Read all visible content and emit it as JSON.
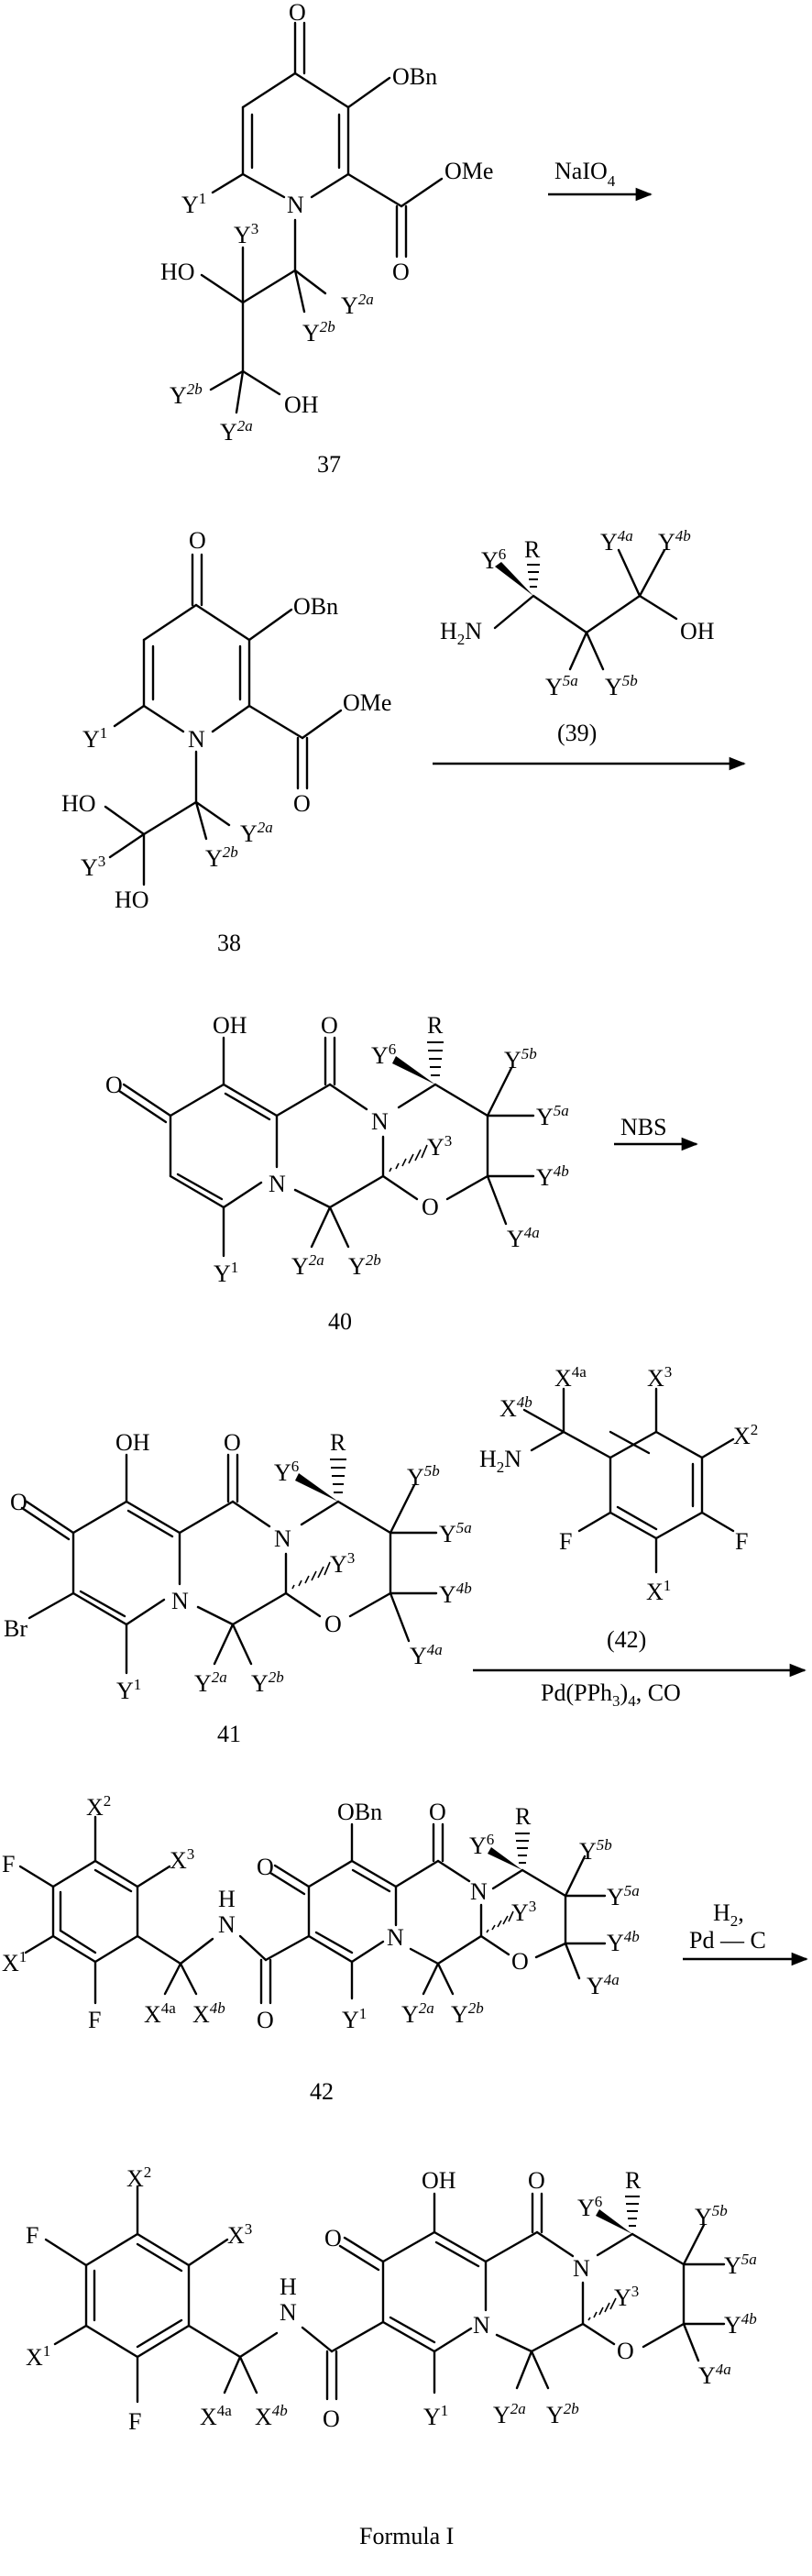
{
  "title": "Reaction scheme: synthesis of Formula I",
  "colors": {
    "ink": "#000000",
    "background": "#ffffff"
  },
  "steps": [
    {
      "compound_label": "37",
      "reagent": {
        "text": "NaIO",
        "sub": "4"
      },
      "atoms": {
        "O_top": "O",
        "OBn": "OBn",
        "OMe": "OMe",
        "O_ester": "O",
        "N": "N",
        "Y1": "Y",
        "Y3": "Y",
        "HO": "HO",
        "OH": "OH",
        "Y2a": "Y",
        "Y2b": "Y"
      }
    },
    {
      "compound_label": "38",
      "reagent": {
        "label": "(39)"
      },
      "atoms": {
        "O_top": "O",
        "OBn": "OBn",
        "OMe": "OMe",
        "O_ester": "O",
        "N": "N",
        "HO1": "HO",
        "HO2": "HO"
      }
    },
    {
      "compound_label": "40",
      "reagent": {
        "text": "NBS"
      },
      "atoms": {
        "OH": "OH",
        "O": "O",
        "N1": "N",
        "N2": "N",
        "O_ring": "O",
        "R": "R"
      }
    },
    {
      "compound_label": "41",
      "reagent": {
        "label": "(42)",
        "conditions": "Pd(PPh",
        "conditions_sub": "3",
        "conditions_sub2": "4",
        "conditions_tail": ", CO"
      },
      "atoms": {
        "Br": "Br",
        "F": "F"
      }
    },
    {
      "compound_label": "42",
      "reagent": {
        "line1": "H",
        "line1_sub": "2",
        "line1_tail": ",",
        "line2": "Pd — C"
      },
      "atoms": {
        "OBn": "OBn",
        "NH_H": "H",
        "NH_N": "N"
      }
    },
    {
      "compound_label": "Formula I",
      "atoms": {
        "OH": "OH"
      }
    }
  ],
  "superscripts": {
    "one": "1",
    "two": "2",
    "three": "3",
    "six": "6",
    "2a": "2a",
    "2b": "2b",
    "4a": "4a",
    "4b": "4b",
    "5a": "5a",
    "5b": "5b"
  }
}
